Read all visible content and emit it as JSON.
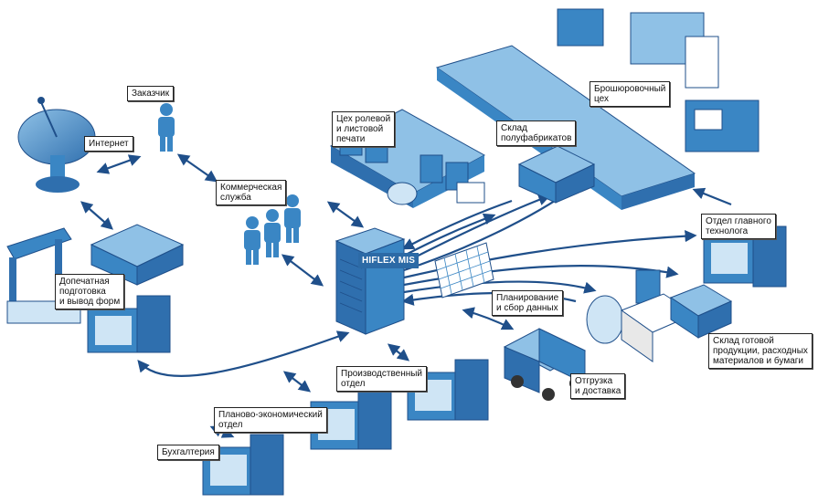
{
  "labels": {
    "customer": "Заказчик",
    "internet": "Интернет",
    "commercial": "Коммерческая\nслужба",
    "press_shop": "Цех ролевой\nи листовой\nпечати",
    "semi_warehouse": "Склад\nполуфабрикатов",
    "bindery": "Брошюровочный\nцех",
    "chief_tech": "Отдел главного\nтехнолога",
    "prepress": "Допечатная\nподготовка\nи вывод форм",
    "hiflex": "HIFLEX MIS",
    "planning": "Планирование\nи сбор данных",
    "finished_warehouse": "Склад готовой\nпродукции, расходных\nматериалов и бумаги",
    "production": "Производственный\nотдел",
    "shipping": "Отгрузка\nи доставка",
    "planning_econ": "Планово-экономический\nотдел",
    "accounting": "Бухгалтерия"
  },
  "colors": {
    "dark_blue": "#1f4f8a",
    "mid_blue": "#3a86c4",
    "light_blue": "#8fc1e6",
    "pale_blue": "#cfe5f5",
    "arrow": "#1f4f8a"
  }
}
